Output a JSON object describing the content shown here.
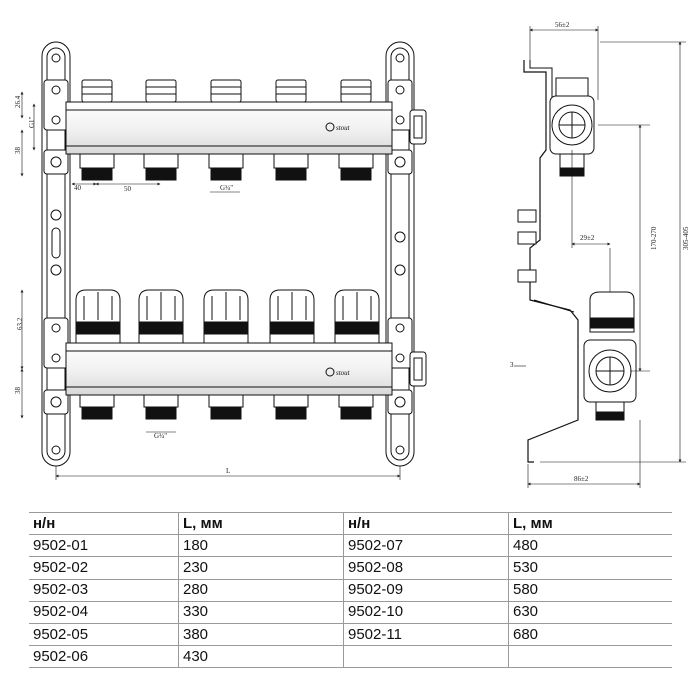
{
  "front_view": {
    "dims": {
      "d_top_pipe": "26.4",
      "d_thread_top": "G1\"",
      "d_top_38": "38",
      "d_40": "40",
      "d_50": "50",
      "d_g34_top": "G¾\"",
      "d_63": "63.2",
      "d_bottom_38": "38",
      "d_g34_bottom": "G¾\"",
      "d_L": "L"
    },
    "brand_top": "stout",
    "brand_bottom": "stout"
  },
  "side_view": {
    "dims": {
      "d_56": "56±2",
      "d_29": "29±2",
      "d_170": "170-270",
      "d_305": "305-405",
      "d_3": "3",
      "d_86": "86±2"
    }
  },
  "table": {
    "headers": [
      "н/н",
      "L, мм",
      "н/н",
      "L, мм"
    ],
    "rows": [
      [
        "9502-01",
        "180",
        "9502-07",
        "480"
      ],
      [
        "9502-02",
        "230",
        "9502-08",
        "530"
      ],
      [
        "9502-03",
        "280",
        "9502-09",
        "580"
      ],
      [
        "9502-04",
        "330",
        "9502-10",
        "630"
      ],
      [
        "9502-05",
        "380",
        "9502-11",
        "680"
      ],
      [
        "9502-06",
        "430",
        "",
        ""
      ]
    ]
  }
}
